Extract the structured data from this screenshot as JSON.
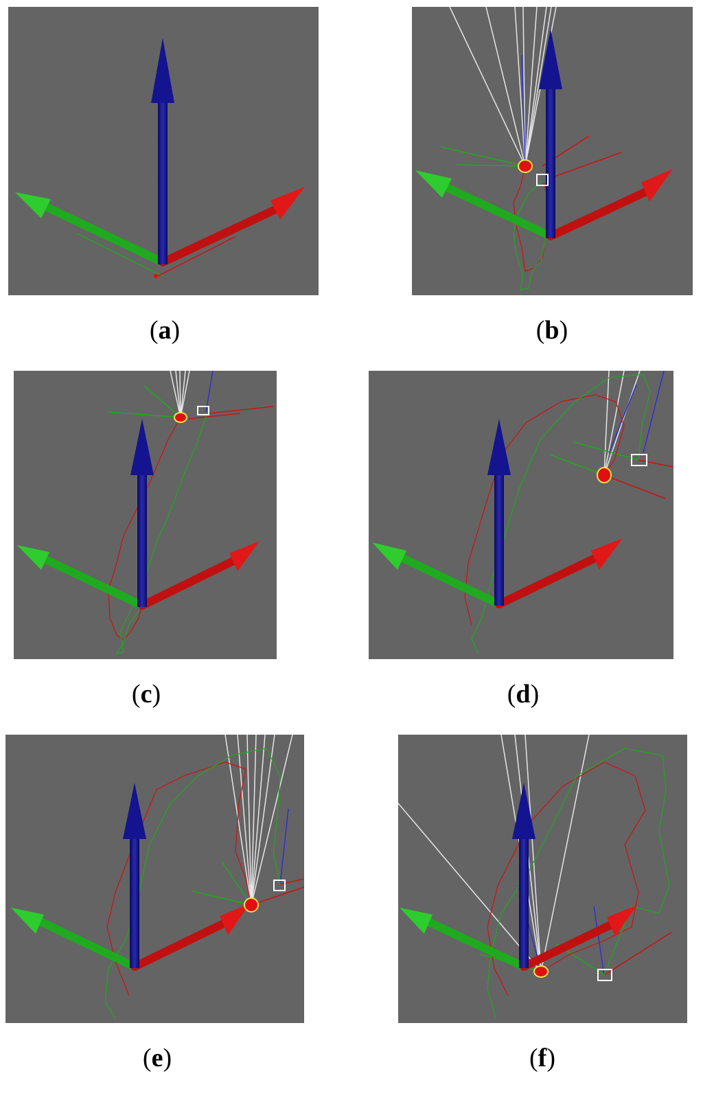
{
  "captions": {
    "a": "a",
    "b": "b",
    "c": "c",
    "d": "d",
    "e": "e",
    "f": "f"
  },
  "colors": {
    "background": "#646464",
    "x_axis": "#d01010",
    "y_axis": "#1faa1f",
    "z_axis": "#101090",
    "ray": "#e6e6e6",
    "target_marker": "#f2e24a",
    "marker_box": "#ffffff"
  },
  "icons": {
    "x_axis": "red-arrow-icon",
    "y_axis": "green-arrow-icon",
    "z_axis": "blue-arrow-icon",
    "target": "red-dot-icon",
    "box": "square-marker-icon"
  }
}
